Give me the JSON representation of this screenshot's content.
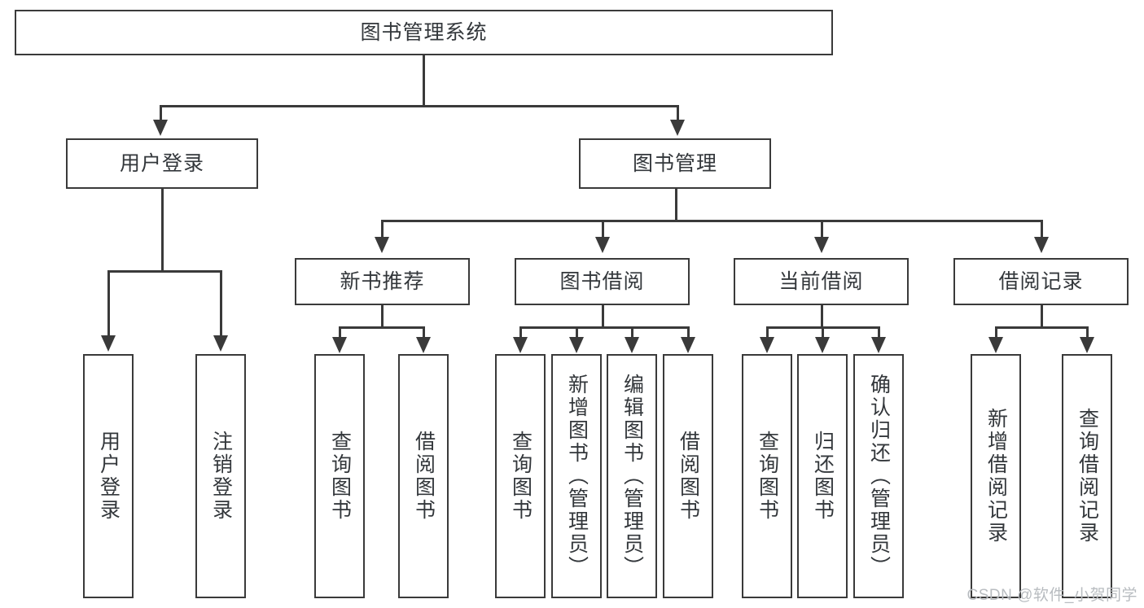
{
  "diagram": {
    "title": "图书管理系统",
    "type": "function-tree",
    "root": {
      "id": "root",
      "label": "图书管理系统"
    },
    "level2": [
      {
        "id": "user-login",
        "label": "用户登录"
      },
      {
        "id": "book-manage",
        "label": "图书管理"
      }
    ],
    "level3": [
      {
        "id": "new-book-rec",
        "label": "新书推荐"
      },
      {
        "id": "book-borrow",
        "label": "图书借阅"
      },
      {
        "id": "current-borrow",
        "label": "当前借阅"
      },
      {
        "id": "borrow-record",
        "label": "借阅记录"
      }
    ],
    "leaves": [
      {
        "id": "leaf-user-login",
        "label": "用户登录"
      },
      {
        "id": "leaf-logout-login",
        "label": "注销登录"
      },
      {
        "id": "leaf-query-book-1",
        "label": "查询图书"
      },
      {
        "id": "leaf-borrow-book-1",
        "label": "借阅图书"
      },
      {
        "id": "leaf-query-book-2",
        "label": "查询图书"
      },
      {
        "id": "leaf-add-book",
        "label": "新增图书（管理员）"
      },
      {
        "id": "leaf-edit-book",
        "label": "编辑图书（管理员）"
      },
      {
        "id": "leaf-borrow-book-2",
        "label": "借阅图书"
      },
      {
        "id": "leaf-query-book-3",
        "label": "查询图书"
      },
      {
        "id": "leaf-return-book",
        "label": "归还图书"
      },
      {
        "id": "leaf-confirm-return",
        "label": "确认归还（管理员）"
      },
      {
        "id": "leaf-add-record",
        "label": "新增借阅记录"
      },
      {
        "id": "leaf-query-record",
        "label": "查询借阅记录"
      }
    ],
    "colors": {
      "stroke": "#3a3a3a",
      "fill": "#ffffff",
      "text": "#33373b",
      "watermark": "#b8bcc0"
    }
  },
  "watermark": {
    "text": "CSDN @软件_小贺同学"
  }
}
